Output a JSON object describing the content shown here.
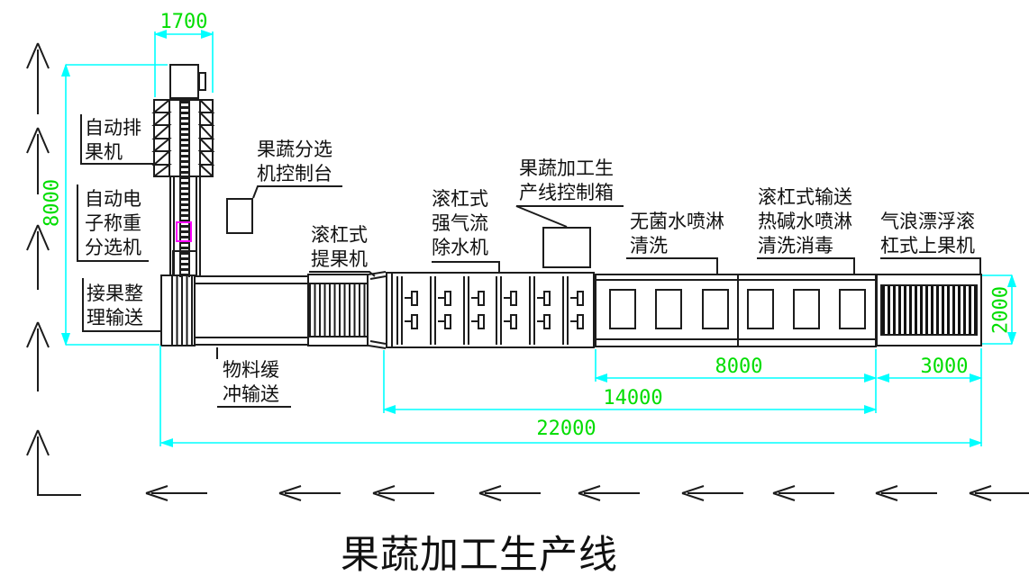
{
  "title": "果蔬加工生产线",
  "dimensions": {
    "tower_width": "1700",
    "line_height": "8000",
    "loader_height": "2000",
    "washing_length": "8000",
    "loader_length": "3000",
    "mid_length": "14000",
    "total_length": "22000"
  },
  "labels": {
    "auto_arranger": "自动排\n果机",
    "auto_weigher": "自动电\n子称重\n分选机",
    "receiver": "接果整\n理输送",
    "buffer": "物料缓\n冲输送",
    "sorter_console": "果蔬分选\n机控制台",
    "lifter": "滚杠式\n提果机",
    "dewater": "滚杠式\n强气流\n除水机",
    "line_control": "果蔬加工生\n产线控制箱",
    "sterile_wash": "无菌水喷淋\n清洗",
    "alkali_wash": "滚杠式输送\n热碱水喷淋\n清洗消毒",
    "air_loader": "气浪漂浮滚\n杠式上果机"
  },
  "colors": {
    "dimension_line": "#00ffff",
    "dimension_text": "#00dd00",
    "linework": "#1c1c1c",
    "highlight": "#ff00ff"
  }
}
